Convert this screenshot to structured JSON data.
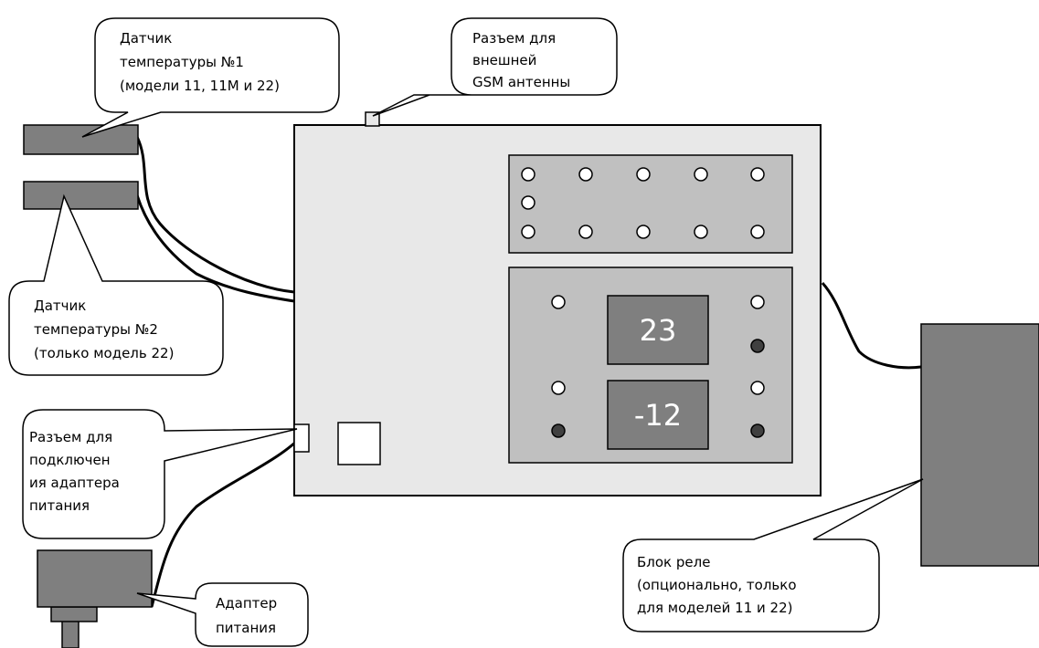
{
  "callouts": {
    "sensor1": {
      "lines": [
        "Датчик",
        "температуры №1",
        "(модели 11, 11М и 22)"
      ]
    },
    "antenna": {
      "lines": [
        "Разъем для",
        "внешней",
        "GSM антенны"
      ]
    },
    "sensor2": {
      "lines": [
        "Датчик",
        "температуры №2",
        "(только модель 22)"
      ]
    },
    "power_connector": {
      "lines": [
        "Разъем для",
        "подключен",
        "ия адаптера",
        "питания"
      ]
    },
    "adapter": {
      "lines": [
        "Адаптер",
        "питания"
      ]
    },
    "relay": {
      "lines": [
        "Блок реле",
        "(опционально, только",
        "для моделей 11 и 22)"
      ]
    }
  },
  "displays": {
    "top": "23",
    "bottom": "-12"
  },
  "colors": {
    "device_body": "#e8e8e8",
    "panel": "#c0c0c0",
    "display": "#7f7f7f",
    "sensor": "#7f7f7f",
    "relay_block": "#7f7f7f",
    "led_off": "#ffffff",
    "led_on": "#404040"
  }
}
